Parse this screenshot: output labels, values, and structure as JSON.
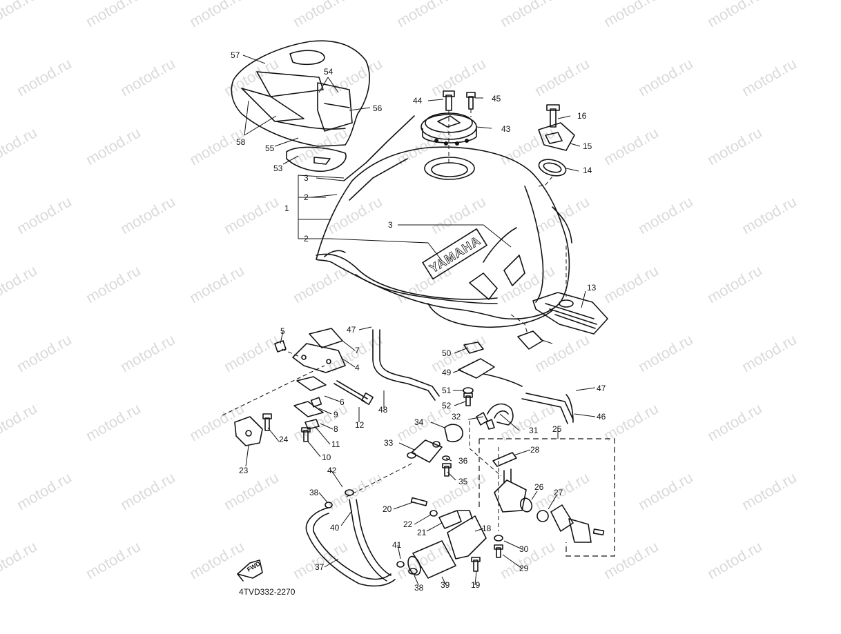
{
  "diagram": {
    "drawing_code": "4TVD332-2270",
    "tank_brand": "YAMAHA",
    "direction_label": "FWD",
    "watermark": "motod.ru",
    "callouts": [
      "57",
      "54",
      "56",
      "58",
      "55",
      "53",
      "3",
      "2",
      "1",
      "3",
      "2",
      "44",
      "45",
      "43",
      "16",
      "15",
      "14",
      "13",
      "47",
      "5",
      "7",
      "4",
      "6",
      "9",
      "8",
      "12",
      "11",
      "10",
      "24",
      "23",
      "48",
      "50",
      "49",
      "51",
      "52",
      "34",
      "32",
      "31",
      "33",
      "36",
      "35",
      "42",
      "38",
      "40",
      "20",
      "22",
      "21",
      "18",
      "41",
      "37",
      "38",
      "39",
      "19",
      "47",
      "46",
      "25",
      "28",
      "26",
      "27",
      "30",
      "29"
    ]
  }
}
